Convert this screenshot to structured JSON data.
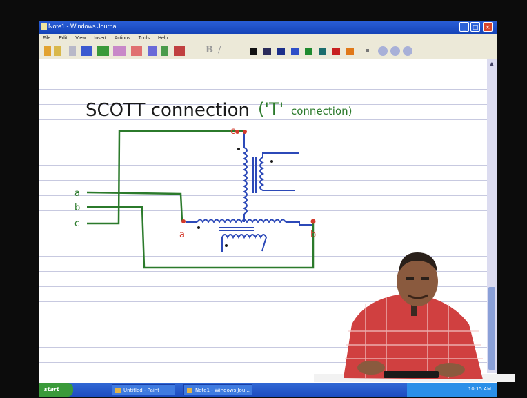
{
  "window": {
    "title": "Note1 - Windows Journal"
  },
  "menubar": {
    "items": [
      "File",
      "Edit",
      "View",
      "Insert",
      "Actions",
      "Tools",
      "Help"
    ]
  },
  "toolbar": {
    "bold_label": "B",
    "italic_label": "/",
    "pen_colors": [
      "#111111",
      "#2b2b5a",
      "#1c2f8a",
      "#2f4fc8",
      "#1f8a2f",
      "#1c6d6d",
      "#c82020",
      "#e07818"
    ]
  },
  "notes": {
    "heading_main": "SCOTT  connection",
    "heading_paren_open": "('T'",
    "heading_paren_sub": "connection)",
    "labels": {
      "a_in": "a",
      "b_in": "b",
      "c_in": "c",
      "c_node": "c",
      "A_node": "a",
      "B_node": "b"
    }
  },
  "taskbar": {
    "start_label": "start",
    "tasks": [
      "Untitled - Paint",
      "Note1 - Windows Jou..."
    ],
    "clock": "10:15 AM"
  },
  "colors": {
    "ink_green": "#2b7a2b",
    "ink_blue": "#2c49b8",
    "ink_dark": "#1a1a1a",
    "dot_red": "#d33a2c"
  }
}
